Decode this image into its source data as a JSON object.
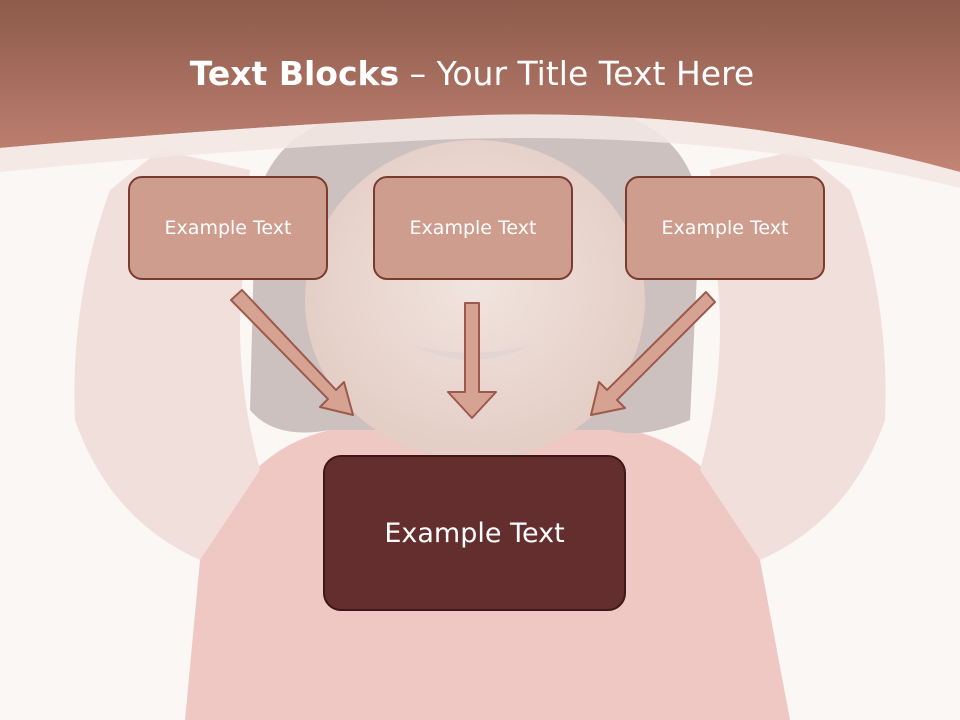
{
  "slide": {
    "title_bold": "Text Blocks",
    "title_rest": " – Your Title Text Here",
    "blocks": [
      {
        "label": "Example Text"
      },
      {
        "label": "Example Text"
      },
      {
        "label": "Example Text"
      }
    ],
    "target_block": {
      "label": "Example Text"
    }
  },
  "colors": {
    "header_band": "#b27767",
    "small_box_fill": "#cf9d8e",
    "small_box_border": "#7a3c30",
    "big_box_fill": "#652e2e",
    "arrow_fill": "#d6a393",
    "arrow_stroke": "#9c5a4c"
  }
}
